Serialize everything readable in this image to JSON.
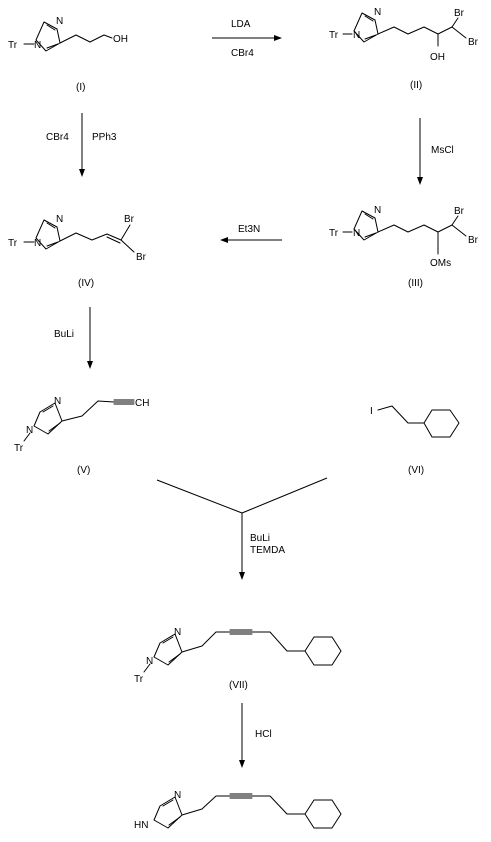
{
  "compounds": {
    "I": "(I)",
    "II": "(II)",
    "III": "(III)",
    "IV": "(IV)",
    "V": "(V)",
    "VI": "(VI)",
    "VII": "(VII)"
  },
  "atoms": {
    "N": "N",
    "NH": "HN",
    "Tr": "Tr",
    "OH": "OH",
    "Br": "Br",
    "OMs": "OMs",
    "I": "I",
    "CH": "CH"
  },
  "reagents": {
    "step1_top": "LDA",
    "step1_bottom": "CBr4",
    "step2_left": "CBr4",
    "step2_right": "PPh3",
    "step3": "MsCl",
    "step4": "Et3N",
    "step5": "BuLi",
    "step6_line1": "BuLi",
    "step6_line2": "TEMDA",
    "step7": "HCl"
  }
}
